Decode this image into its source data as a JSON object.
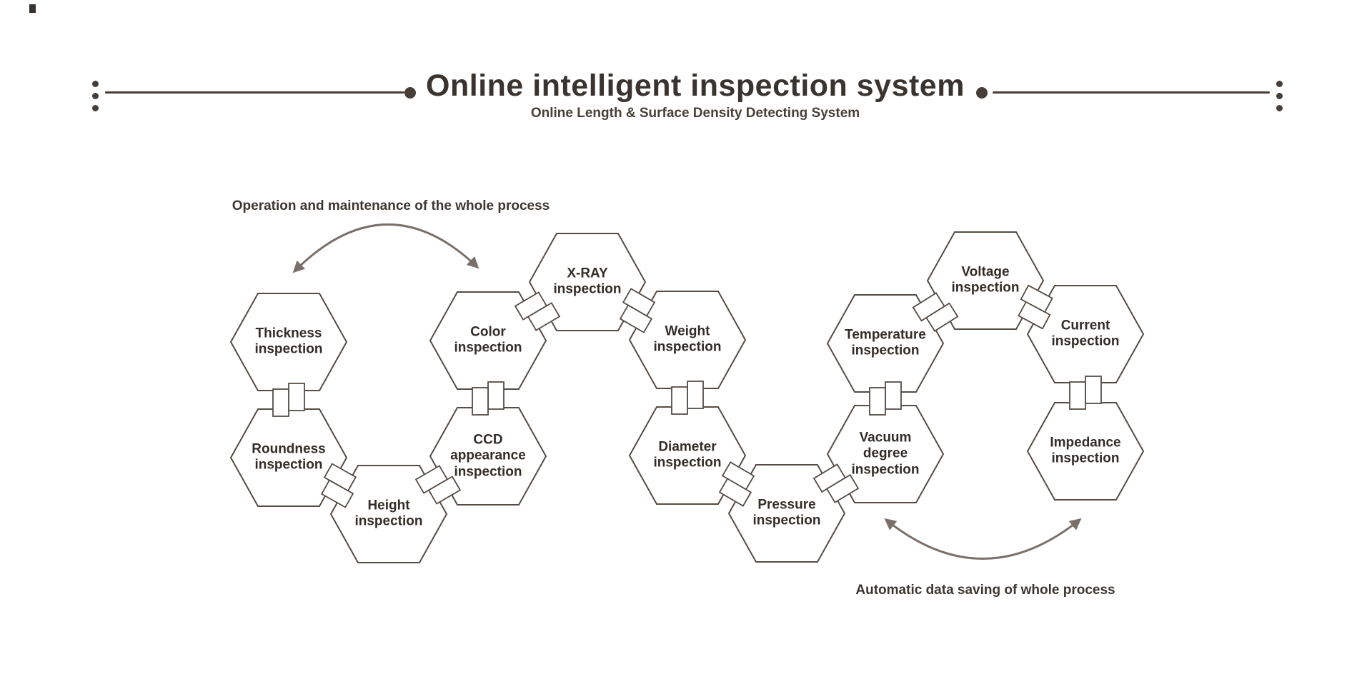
{
  "header": {
    "title": "Online intelligent inspection system",
    "subtitle": "Online Length & Surface Density Detecting System"
  },
  "annotations": {
    "top_left": "Operation and maintenance of the whole process",
    "bottom_right": "Automatic data saving of whole process"
  },
  "hexagons": [
    {
      "label": "Thickness inspection"
    },
    {
      "label": "Roundness inspection"
    },
    {
      "label": "Height inspection"
    },
    {
      "label": "CCD appearance inspection"
    },
    {
      "label": "Color inspection"
    },
    {
      "label": "X-RAY inspection"
    },
    {
      "label": "Weight inspection"
    },
    {
      "label": "Diameter inspection"
    },
    {
      "label": "Pressure inspection"
    },
    {
      "label": "Vacuum degree inspection"
    },
    {
      "label": "Temperature inspection"
    },
    {
      "label": "Voltage inspection"
    },
    {
      "label": "Current inspection"
    },
    {
      "label": "Impedance inspection"
    }
  ],
  "colors": {
    "ink": "#3a332e",
    "outline": "#564c45",
    "arrow": "#7a7069"
  }
}
